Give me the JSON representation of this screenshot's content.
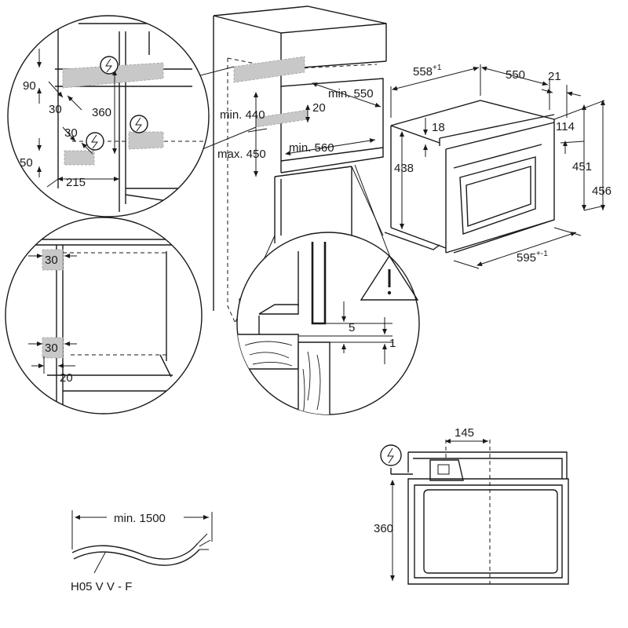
{
  "colors": {
    "line": "#1a1a1a",
    "highlight": "#c8c8c8",
    "background": "#ffffff"
  },
  "icons": [
    "electrical-connection-icon",
    "warning-triangle-icon"
  ],
  "detail_left": {
    "d90": "90",
    "d360": "360",
    "d30a": "30",
    "d30b": "30",
    "d50": "50",
    "d215": "215"
  },
  "cabinet": {
    "min440": "min. 440",
    "max450": "max. 450",
    "min550": "min. 550",
    "d20": "20",
    "min560": "min. 560"
  },
  "oven": {
    "d558": "558",
    "d558_tol": "+1",
    "d550": "550",
    "d21": "21",
    "d114": "114",
    "d18": "18",
    "d438": "438",
    "d451": "451",
    "d456": "456",
    "d595": "595",
    "d595_tol": "+-1"
  },
  "side_detail": {
    "d30top": "30",
    "d30bot": "30",
    "d20": "20"
  },
  "gap_detail": {
    "d5": "5",
    "d1": "1"
  },
  "cable": {
    "length": "min. 1500",
    "type": "H05 V V - F"
  },
  "back_view": {
    "d145": "145",
    "d360": "360"
  }
}
